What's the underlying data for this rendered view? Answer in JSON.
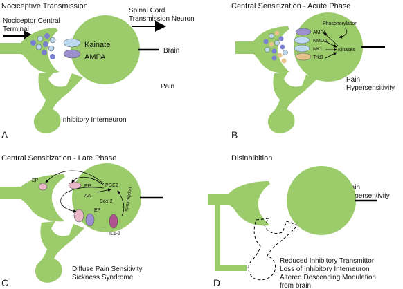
{
  "panelA": {
    "title": "Nociceptive Transmission",
    "letter": "A",
    "presynaptic_label_1": "Nociceptor Central",
    "presynaptic_label_2": "Terminal",
    "postsynaptic_label_1": "Spinal Cord",
    "postsynaptic_label_2": "Transmission Neuron",
    "receptor_1": "Kainate",
    "receptor_2": "AMPA",
    "output_label": "Brain",
    "sensation": "Pain",
    "interneuron_label": "Inhibitory Interneuron"
  },
  "panelB": {
    "title": "Central Sensitization - Acute Phase",
    "letter": "B",
    "process_label": "Phosphorylation",
    "receptors": [
      "AMPA",
      "NMDA",
      "NK1",
      "TrkB"
    ],
    "enzymes": "Kinases",
    "sensation_1": "Pain",
    "sensation_2": "Hypersensitivity"
  },
  "panelC": {
    "title": "Central Sensitization - Late Phase",
    "letter": "C",
    "ep_outer": "EP",
    "ep_top": "EP",
    "aa": "AA",
    "pge2": "PGE2",
    "cox2": "Cox-2",
    "transcription": "transcription",
    "ep_bottom": "EP",
    "il1b": "IL1-β",
    "outcome_1": "Diffuse Pain Sensitivity",
    "outcome_2": "Sickness Syndrome"
  },
  "panelD": {
    "title": "Disinhibition",
    "letter": "D",
    "sensation_1": "Pain",
    "sensation_2": "Hypersentivity",
    "note_1": "Reduced Inhibitory Transmittor",
    "note_2": "Loss of Inhibitory Interneuron",
    "note_3": "Altered Descending Modulation",
    "note_4": "from brain"
  },
  "colors": {
    "neuron": "#9ccb6b",
    "vesicle_blue": "#7a7fd0",
    "receptor_light_blue": "#bcd8ef",
    "receptor_purple": "#9b8fd0",
    "receptor_orange": "#e7c48b",
    "receptor_pink": "#e8b8c8",
    "il1b_magenta": "#b0508f"
  }
}
